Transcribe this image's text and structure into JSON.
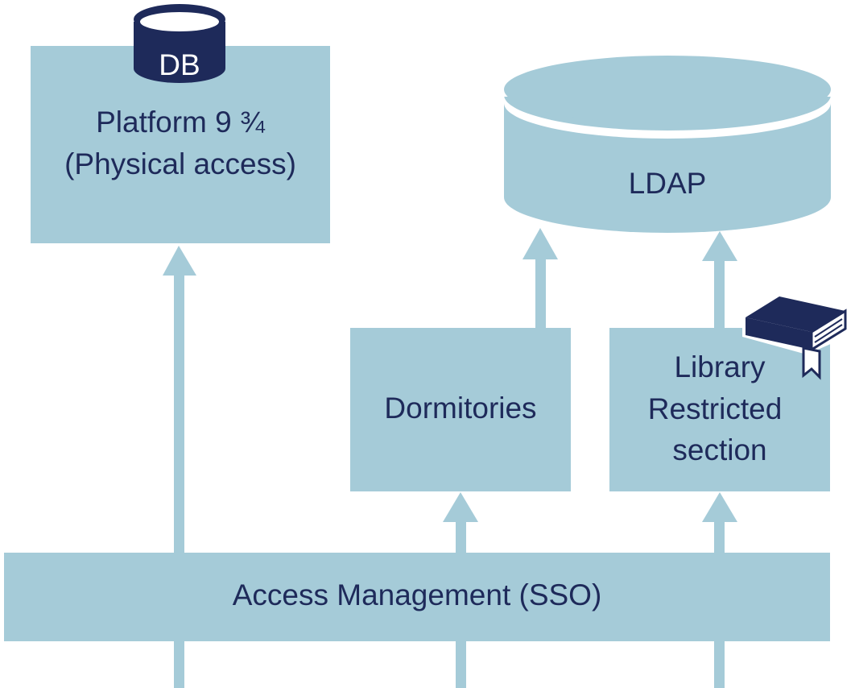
{
  "colors": {
    "box_fill": "#a5cbd8",
    "arrow": "#a5cbd8",
    "text": "#1e2a5a",
    "icon": "#1e2a5a",
    "background": "#ffffff"
  },
  "nodes": {
    "platform": {
      "line1": "Platform 9 ¾",
      "line2": "(Physical access)"
    },
    "db_badge": {
      "label": "DB",
      "icon": "database-cylinder-icon"
    },
    "ldap": {
      "label": "LDAP"
    },
    "dormitories": {
      "label": "Dormitories"
    },
    "library": {
      "line1": "Library",
      "line2": "Restricted",
      "line3": "section",
      "icon": "book-icon"
    },
    "access_management": {
      "label": "Access Management (SSO)"
    }
  },
  "edges": [
    {
      "from": "access_management",
      "to": "platform"
    },
    {
      "from": "access_management",
      "to": "dormitories"
    },
    {
      "from": "access_management",
      "to": "library"
    },
    {
      "from": "dormitories",
      "to": "ldap"
    },
    {
      "from": "library",
      "to": "ldap"
    }
  ]
}
